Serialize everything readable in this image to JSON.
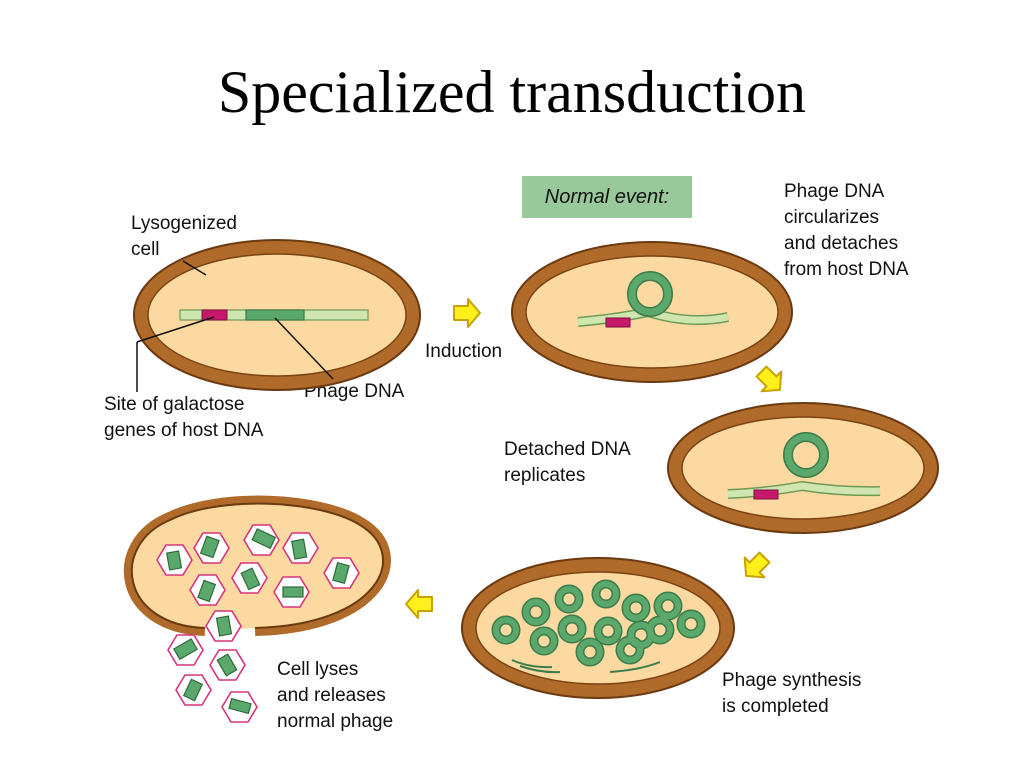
{
  "title": "Specialized transduction",
  "normal_event_label": "Normal event:",
  "labels": {
    "lysogenized_cell": [
      "Lysogenized",
      "cell"
    ],
    "site_of_galactose": [
      "Site of galactose",
      "genes of host DNA"
    ],
    "phage_dna": "Phage DNA",
    "induction": "Induction",
    "circularizes": [
      "Phage DNA",
      "circularizes",
      "and detaches",
      "from host DNA"
    ],
    "detached_replicates": [
      "Detached DNA",
      "replicates"
    ],
    "phage_synthesis": [
      "Phage synthesis",
      "is completed"
    ],
    "cell_lyses": [
      "Cell lyses",
      "and releases",
      "normal phage"
    ]
  },
  "colors": {
    "cell_wall": "#b06a2a",
    "cytoplasm": "#fbd9a0",
    "host_dna": "#cfe6b0",
    "phage_dna": "#5aa86b",
    "galactose_site": "#c8186b",
    "arrow_fill": "#ffef1a",
    "arrow_stroke": "#c7a200",
    "phage_head": "#d6337a",
    "normal_box": "#97c99b"
  }
}
